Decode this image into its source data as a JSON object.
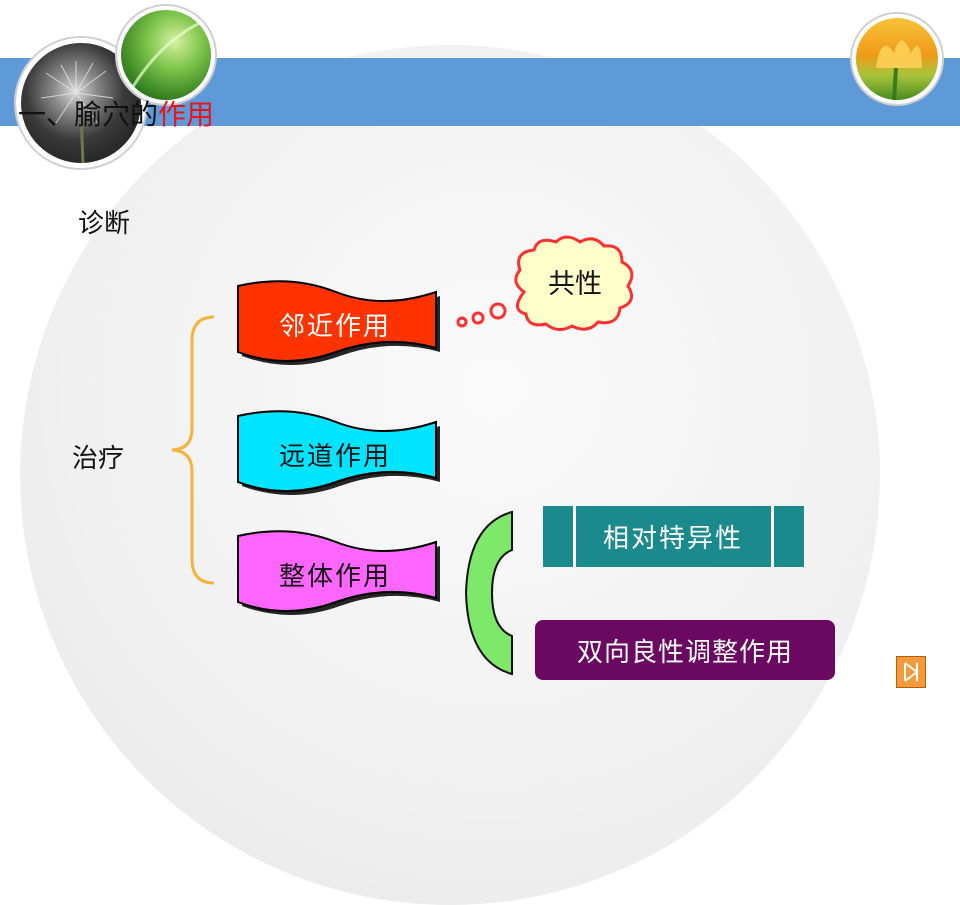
{
  "slide": {
    "title_prefix": "一、腧穴的",
    "title_accent": "作用"
  },
  "labels": {
    "diagnosis": "诊断",
    "treatment": "治疗"
  },
  "effects": [
    {
      "text": "邻近作用",
      "fill": "#ff3300",
      "text_color": "#ffffff"
    },
    {
      "text": "远道作用",
      "fill": "#00e5ff",
      "text_color": "#111111"
    },
    {
      "text": "整体作用",
      "fill": "#ff66ff",
      "text_color": "#111111"
    }
  ],
  "cloud": {
    "text": "共性"
  },
  "characteristics": {
    "specificity": "相对特异性",
    "bidirectional": "双向良性调整作用"
  },
  "colors": {
    "header_bar": "#5e9ad8",
    "bracket": "#f5b23c",
    "arc": "#7ee86a",
    "teal_box": "#1a8a8c",
    "purple_box": "#6a0862",
    "cloud_fill": "#ffffcc",
    "cloud_border": "#ff3030"
  },
  "nav": {
    "icon": "next-slide-icon"
  }
}
